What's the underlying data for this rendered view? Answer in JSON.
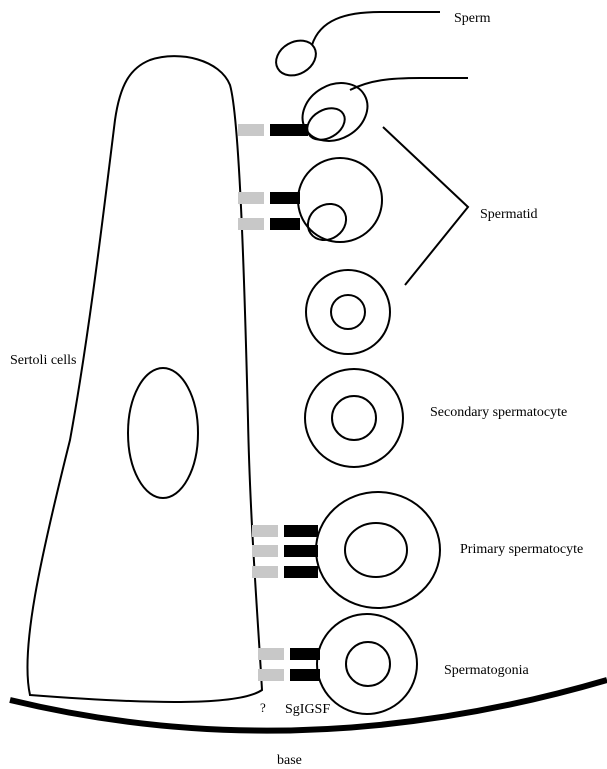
{
  "labels": {
    "sperm": "Sperm",
    "spermatid": "Spermatid",
    "sertoli": "Sertoli cells",
    "secondary": "Secondary spermatocyte",
    "primary": "Primary spermatocyte",
    "spermatogonia": "Spermatogonia",
    "question": "?",
    "sgigsf": "SgIGSF",
    "base": "base"
  },
  "colors": {
    "line": "#000000",
    "sertoli_molecule": "#c8c8c8",
    "germ_molecule": "#000000",
    "background": "#ffffff"
  }
}
